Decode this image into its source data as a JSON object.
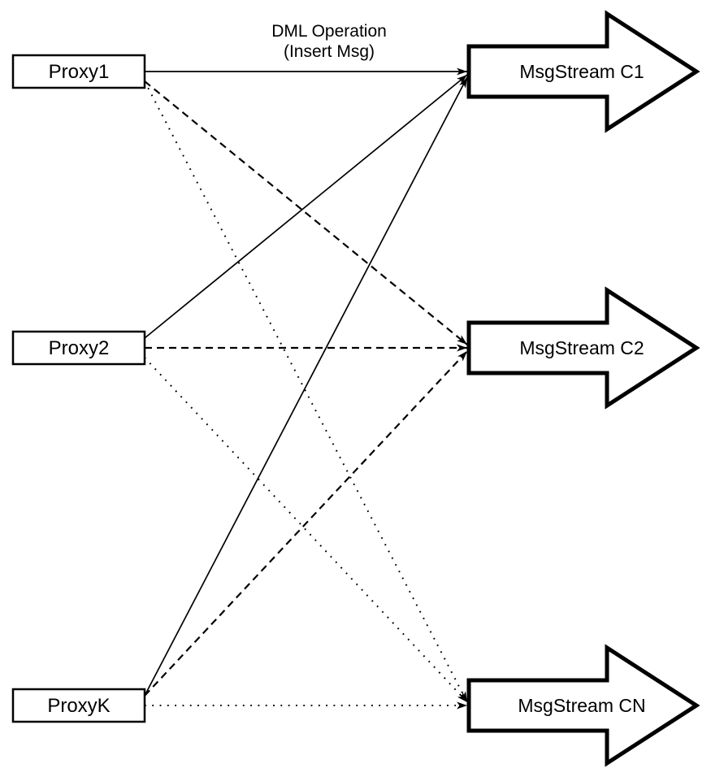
{
  "diagram": {
    "edge_label": {
      "line1": "DML Operation",
      "line2": "(Insert Msg)"
    },
    "proxies": [
      {
        "label": "Proxy1"
      },
      {
        "label": "Proxy2"
      },
      {
        "label": "ProxyK"
      }
    ],
    "streams": [
      {
        "label": "MsgStream C1"
      },
      {
        "label": "MsgStream C2"
      },
      {
        "label": "MsgStream CN"
      }
    ],
    "edges": [
      {
        "from": "Proxy1",
        "to": "MsgStream C1",
        "style": "solid"
      },
      {
        "from": "Proxy1",
        "to": "MsgStream C2",
        "style": "dashed"
      },
      {
        "from": "Proxy1",
        "to": "MsgStream CN",
        "style": "dotted"
      },
      {
        "from": "Proxy2",
        "to": "MsgStream C1",
        "style": "solid"
      },
      {
        "from": "Proxy2",
        "to": "MsgStream C2",
        "style": "dashed"
      },
      {
        "from": "Proxy2",
        "to": "MsgStream CN",
        "style": "dotted"
      },
      {
        "from": "ProxyK",
        "to": "MsgStream C1",
        "style": "solid"
      },
      {
        "from": "ProxyK",
        "to": "MsgStream C2",
        "style": "dashed"
      },
      {
        "from": "ProxyK",
        "to": "MsgStream CN",
        "style": "dotted"
      }
    ],
    "colors": {
      "stroke": "#000000",
      "fill": "#ffffff",
      "background": "#ffffff"
    }
  }
}
